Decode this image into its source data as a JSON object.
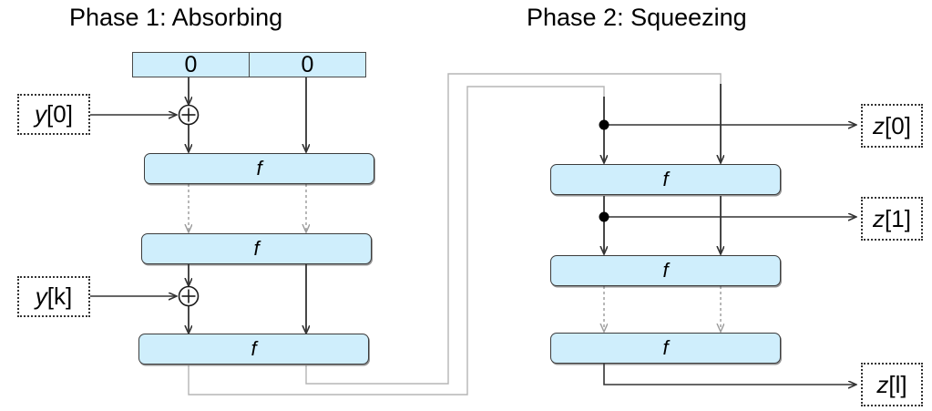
{
  "diagram": {
    "title_phase1": "Phase 1: Absorbing",
    "title_phase2": "Phase 2: Squeezing",
    "function_label": "f",
    "state_initial_left": "0",
    "state_initial_right": "0",
    "inputs": [
      {
        "id": "y0",
        "label_var": "y",
        "label_idx": "[0]"
      },
      {
        "id": "yk",
        "label_var": "y",
        "label_idx": "[k]"
      }
    ],
    "outputs": [
      {
        "id": "z0",
        "label_var": "z",
        "label_idx": "[0]"
      },
      {
        "id": "z1",
        "label_var": "z",
        "label_idx": "[1]"
      },
      {
        "id": "zl",
        "label_var": "z",
        "label_idx": "[l]"
      }
    ],
    "xor_symbol": "+",
    "phase1_f_blocks": [
      "f",
      "f",
      "f"
    ],
    "phase2_f_blocks": [
      "f",
      "f",
      "f"
    ],
    "colors": {
      "block_fill": "#cfeefc",
      "block_stroke": "#3c3c3c",
      "solid_edge": "#333333",
      "dotted_edge": "#9a9a9a",
      "feedback_edge": "#b5b5b5",
      "background": "#ffffff",
      "text": "#000000"
    }
  }
}
